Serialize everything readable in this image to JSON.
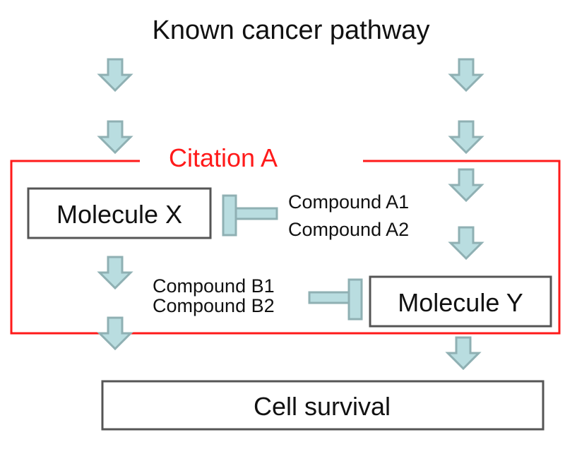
{
  "title": "Known cancer pathway",
  "citation_label": "Citation A",
  "nodes": {
    "molecule_x": "Molecule X",
    "molecule_y": "Molecule Y",
    "cell_survival": "Cell survival"
  },
  "compounds": {
    "a1": "Compound A1",
    "a2": "Compound A2",
    "b1": "Compound B1",
    "b2": "Compound B2"
  },
  "colors": {
    "arrow_fill": "#b9dde0",
    "arrow_stroke": "#8fb0b3",
    "citation_red": "#ff1a1a",
    "box_border": "#555555"
  }
}
